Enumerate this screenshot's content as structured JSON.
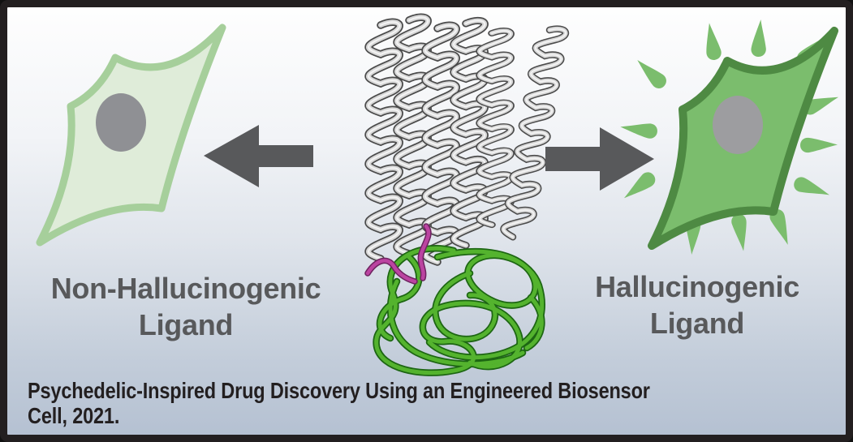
{
  "figure": {
    "left_label": {
      "line1": "Non-Hallucinogenic",
      "line2": "Ligand"
    },
    "right_label": {
      "line1": "Hallucinogenic",
      "line2": "Ligand"
    },
    "caption": {
      "line1": "Psychedelic-Inspired Drug Discovery Using an Engineered Biosensor",
      "line2": "Cell, 2021."
    },
    "icons": {
      "left_arrow": "left-arrow-icon",
      "right_arrow": "right-arrow-icon",
      "inactive_cell": "inactive-cell-illustration",
      "active_cell": "activated-cell-with-fluorescence-rays-illustration",
      "protein": "receptor-biosensor-protein-structure-illustration"
    },
    "colors": {
      "background_top": "#fefefe",
      "background_bottom": "#b5c1d2",
      "frame_border": "#231f20",
      "label_text": "#58595b",
      "caption_text": "#231f20",
      "arrow": "#58595b",
      "inactive_cell_fill": "#dfecd9",
      "inactive_cell_outline": "#a6cf9b",
      "active_cell_fill": "#7bbd6d",
      "active_cell_outline": "#4e8a43",
      "inactive_nucleus": "#8f9094",
      "active_nucleus": "#9d9da0",
      "receptor_gray": "#d8d8d8",
      "biosensor_green": "#54b32e",
      "linker_magenta": "#bb44a1"
    }
  }
}
